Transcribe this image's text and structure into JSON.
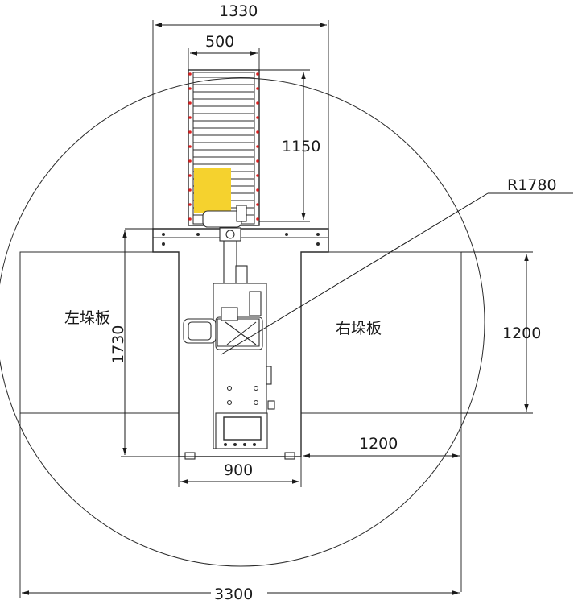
{
  "dimensions": {
    "total_width": "1330",
    "conveyor_width": "500",
    "conveyor_length": "1150",
    "reach_radius": "R1780",
    "pallet_depth_right": "1200",
    "base_depth": "1730",
    "base_width": "900",
    "pallet_width_right": "1200",
    "overall_width": "3300"
  },
  "labels": {
    "left_pallet": "左垛板",
    "right_pallet": "右垛板"
  },
  "colors": {
    "product_box": "#f5d22e",
    "line": "#2b2b2b",
    "marker": "#d22"
  }
}
